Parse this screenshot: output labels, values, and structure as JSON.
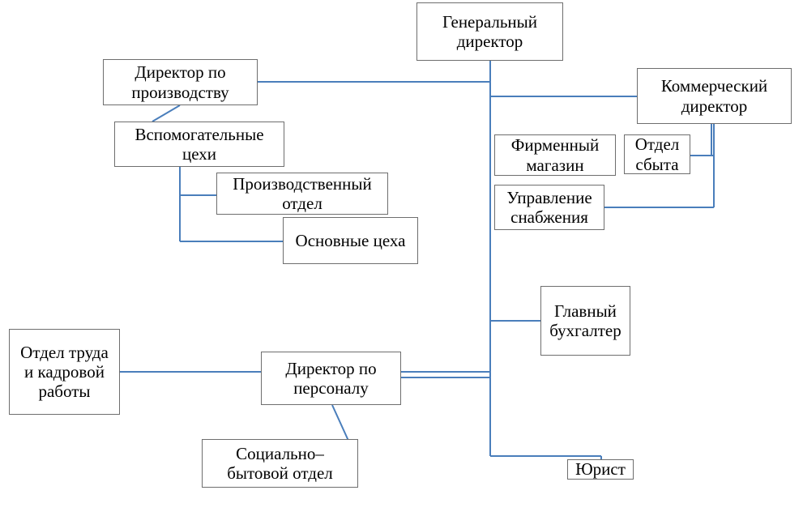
{
  "org_chart": {
    "nodes": {
      "general_director": "Генеральный\nдиректор",
      "production_director": "Директор по\nпроизводству",
      "auxiliary_workshops": "Вспомогательные\nцехи",
      "production_department": "Производственный\nотдел",
      "main_workshops": "Основные цеха",
      "commercial_director": "Коммерческий\nдиректор",
      "brand_store": "Фирменный\nмагазин",
      "sales_department": "Отдел\nсбыта",
      "supply_management": "Управление\nснабжения",
      "chief_accountant": "Главный\nбухгалтер",
      "personnel_director": "Директор по\nперсоналу",
      "labor_personnel_department": "Отдел труда\nи кадровой\nработы",
      "social_household_department": "Социально–\nбытовой отдел",
      "lawyer": "Юрист"
    },
    "line_color": "#4a7ebb"
  }
}
